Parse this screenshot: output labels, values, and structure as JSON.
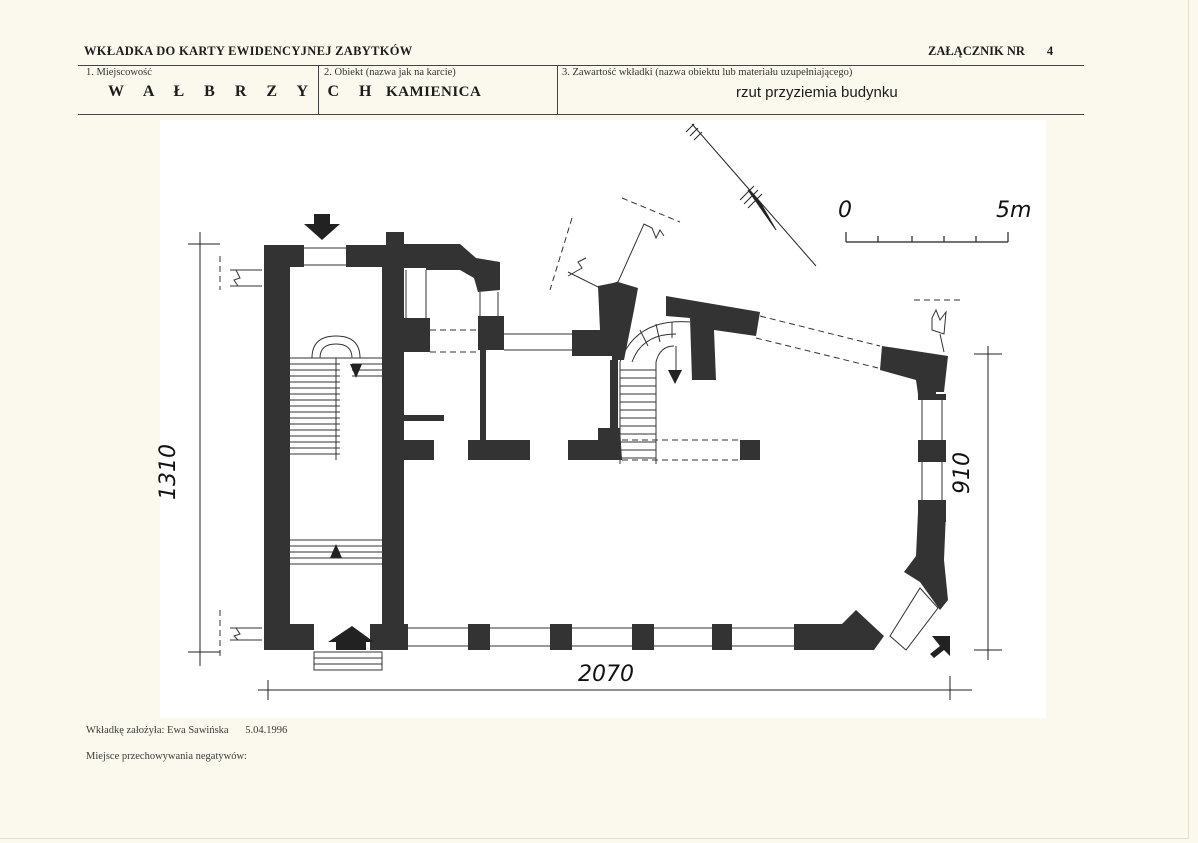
{
  "header": {
    "title": "WKŁADKA DO KARTY EWIDENCYJNEJ ZABYTKÓW",
    "annex_label": "ZAŁĄCZNIK NR",
    "annex_number": "4"
  },
  "fields": [
    {
      "label": "1. Miejscowość",
      "value": "W A Ł B R Z Y C H"
    },
    {
      "label": "2. Obiekt (nazwa jak na karcie)",
      "value": "KAMIENICA"
    },
    {
      "label": "3. Zawartość wkładki (nazwa obiektu lub materiału uzupełniającego)",
      "value": "rzut przyziemia budynku"
    }
  ],
  "plan": {
    "dim_width": "2070",
    "dim_depth": "1310",
    "dim_right": "910",
    "scale_start": "0",
    "scale_end": "5m"
  },
  "footer": {
    "created_by": "Wkładkę założyła: Ewa Sawińska",
    "date": "5.04.1996",
    "negatives": "Miejsce przechowywania negatywów:"
  }
}
